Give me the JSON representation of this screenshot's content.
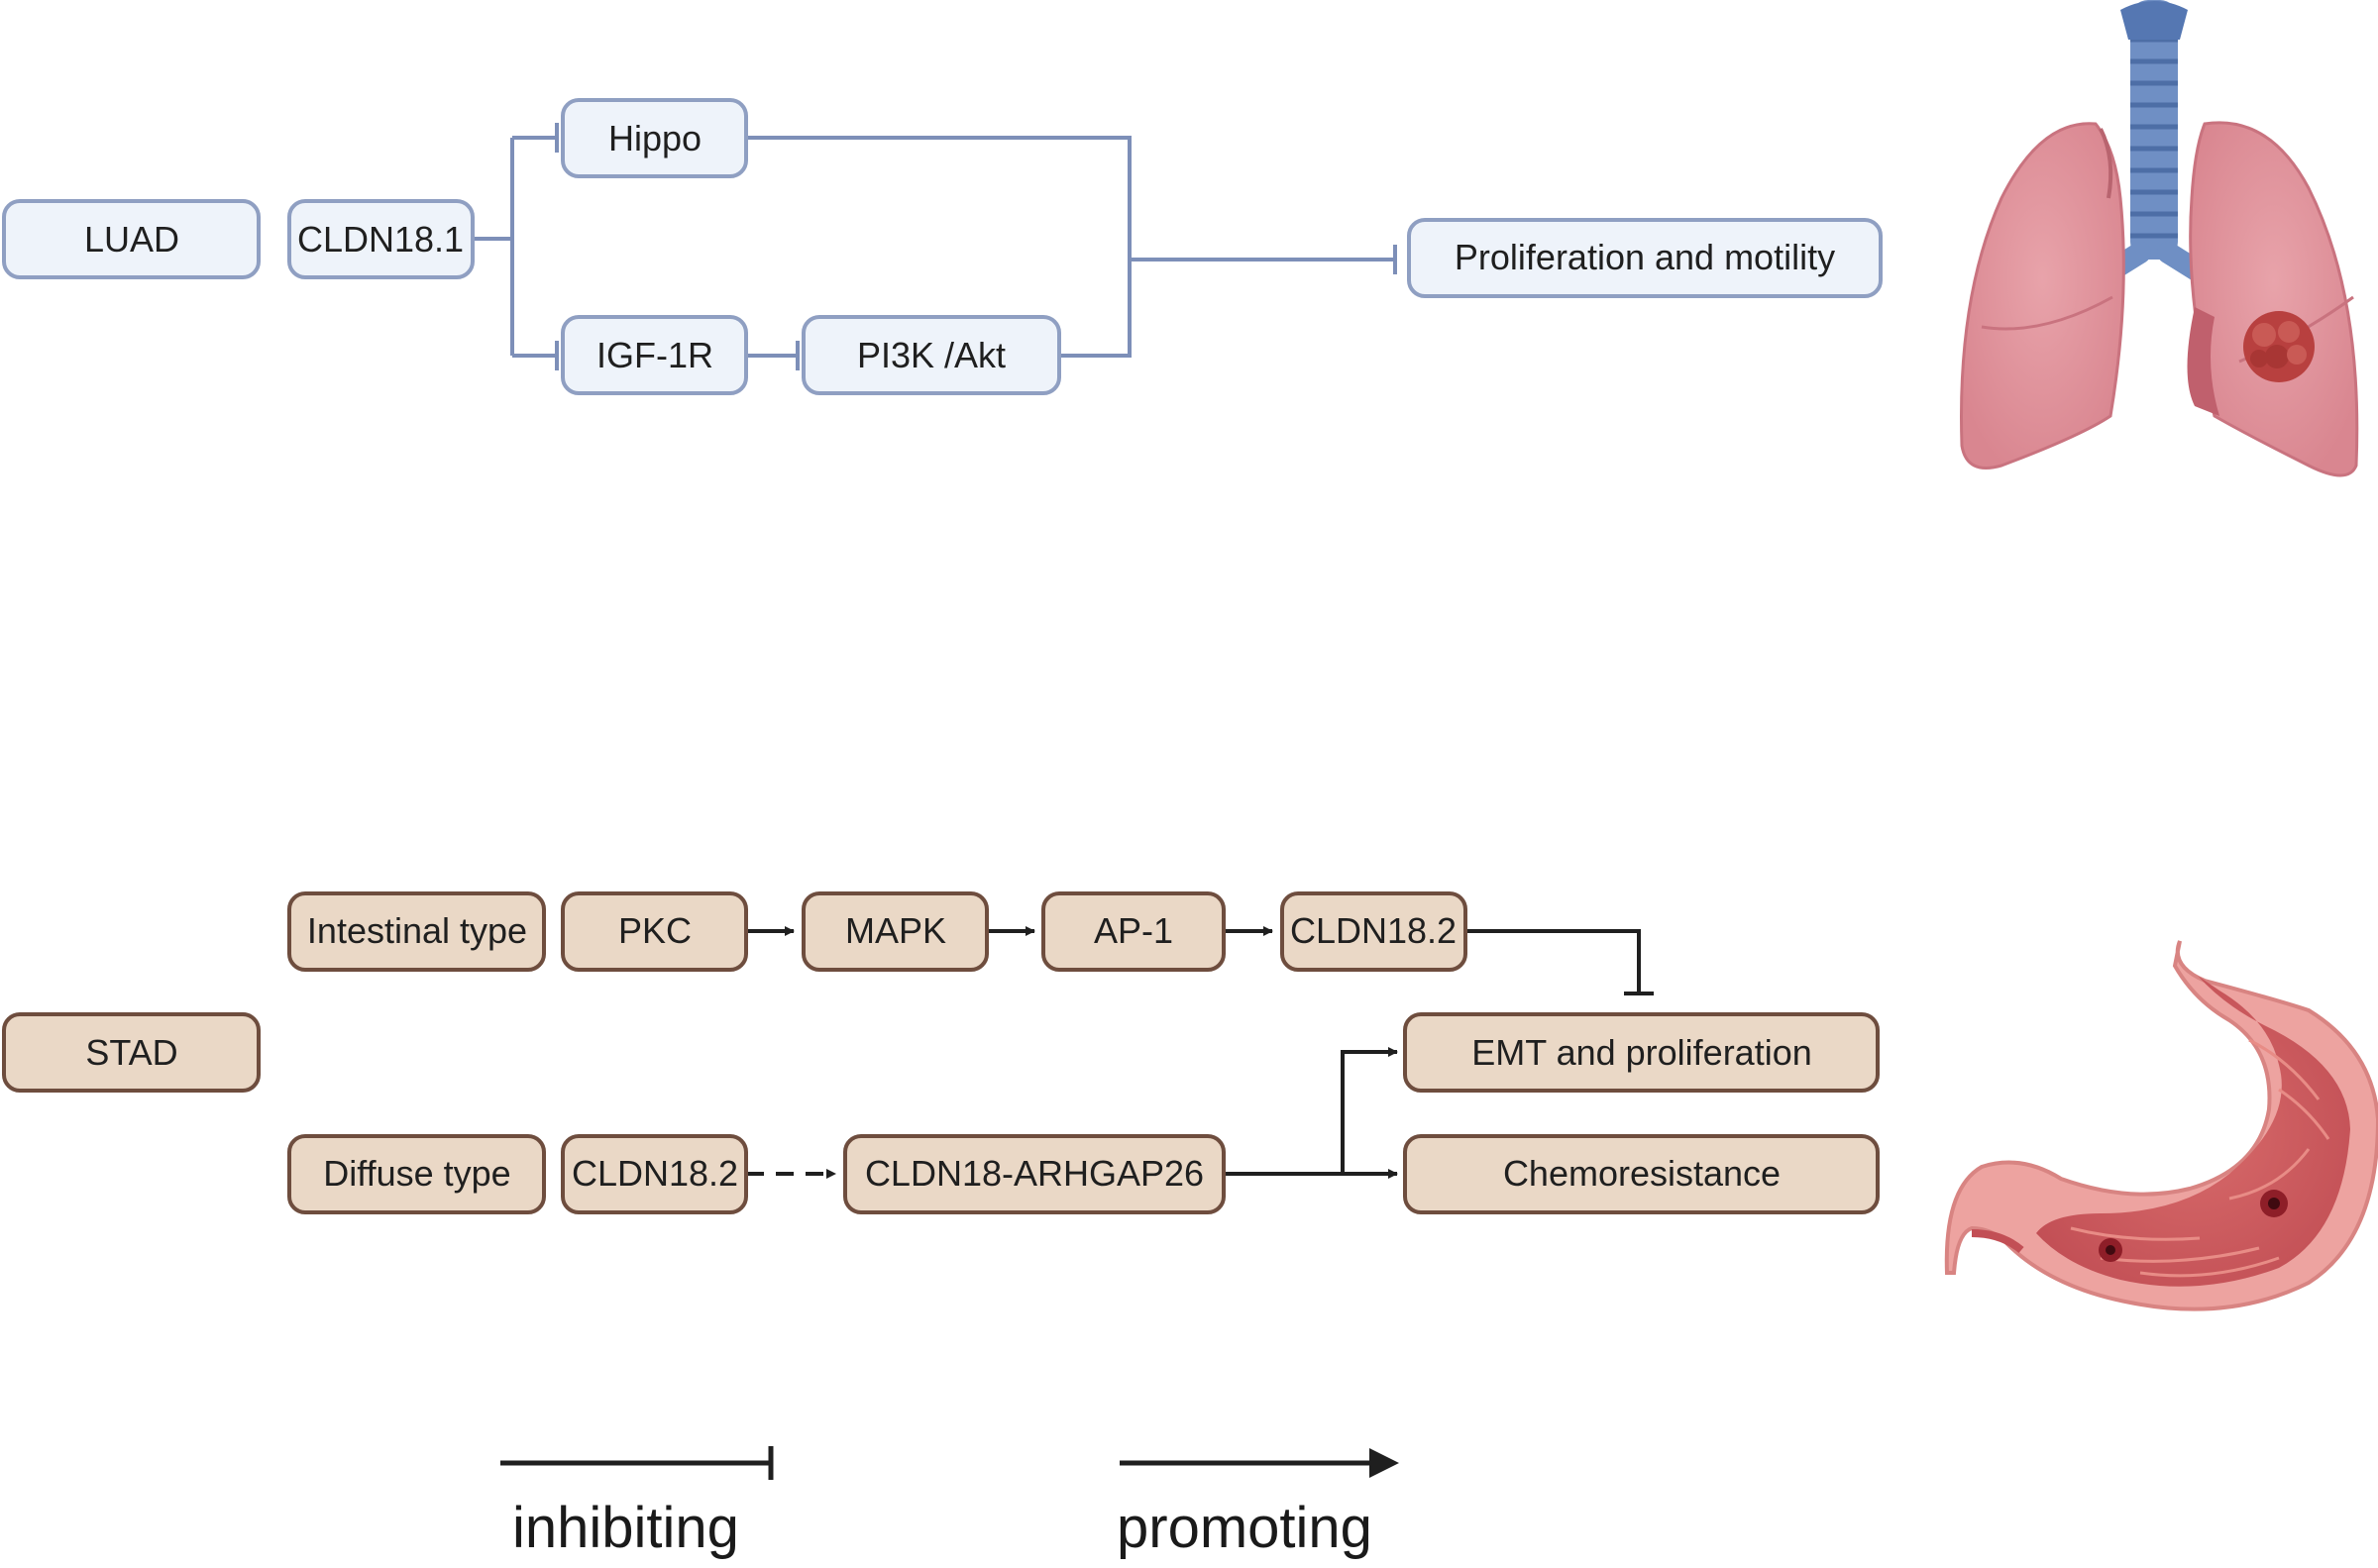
{
  "colors": {
    "blue_fill": "#eef3fa",
    "blue_stroke": "#8f9fc2",
    "blue_line": "#7d8fb8",
    "tan_fill": "#ead8c6",
    "tan_stroke": "#6e4d3e",
    "dark_line": "#1f1f1f",
    "text": "#1f1f1f"
  },
  "luad": {
    "disease": "LUAD",
    "gene": "CLDN18.1",
    "hippo": "Hippo",
    "igf1r": "IGF-1R",
    "pi3k": "PI3K /Akt",
    "outcome": "Proliferation and motility"
  },
  "stad": {
    "disease": "STAD",
    "intestinal": "Intestinal type",
    "pkc": "PKC",
    "mapk": "MAPK",
    "ap1": "AP-1",
    "cldn182_top": "CLDN18.2",
    "emt": "EMT and proliferation",
    "diffuse": "Diffuse type",
    "cldn182_bottom": "CLDN18.2",
    "fusion": "CLDN18-ARHGAP26",
    "chemo": "Chemoresistance"
  },
  "legend": {
    "inhibiting": "inhibiting",
    "promoting": "promoting"
  },
  "icons": {
    "lung": "lung-with-tumor-icon",
    "stomach": "stomach-with-ulcer-icon"
  }
}
